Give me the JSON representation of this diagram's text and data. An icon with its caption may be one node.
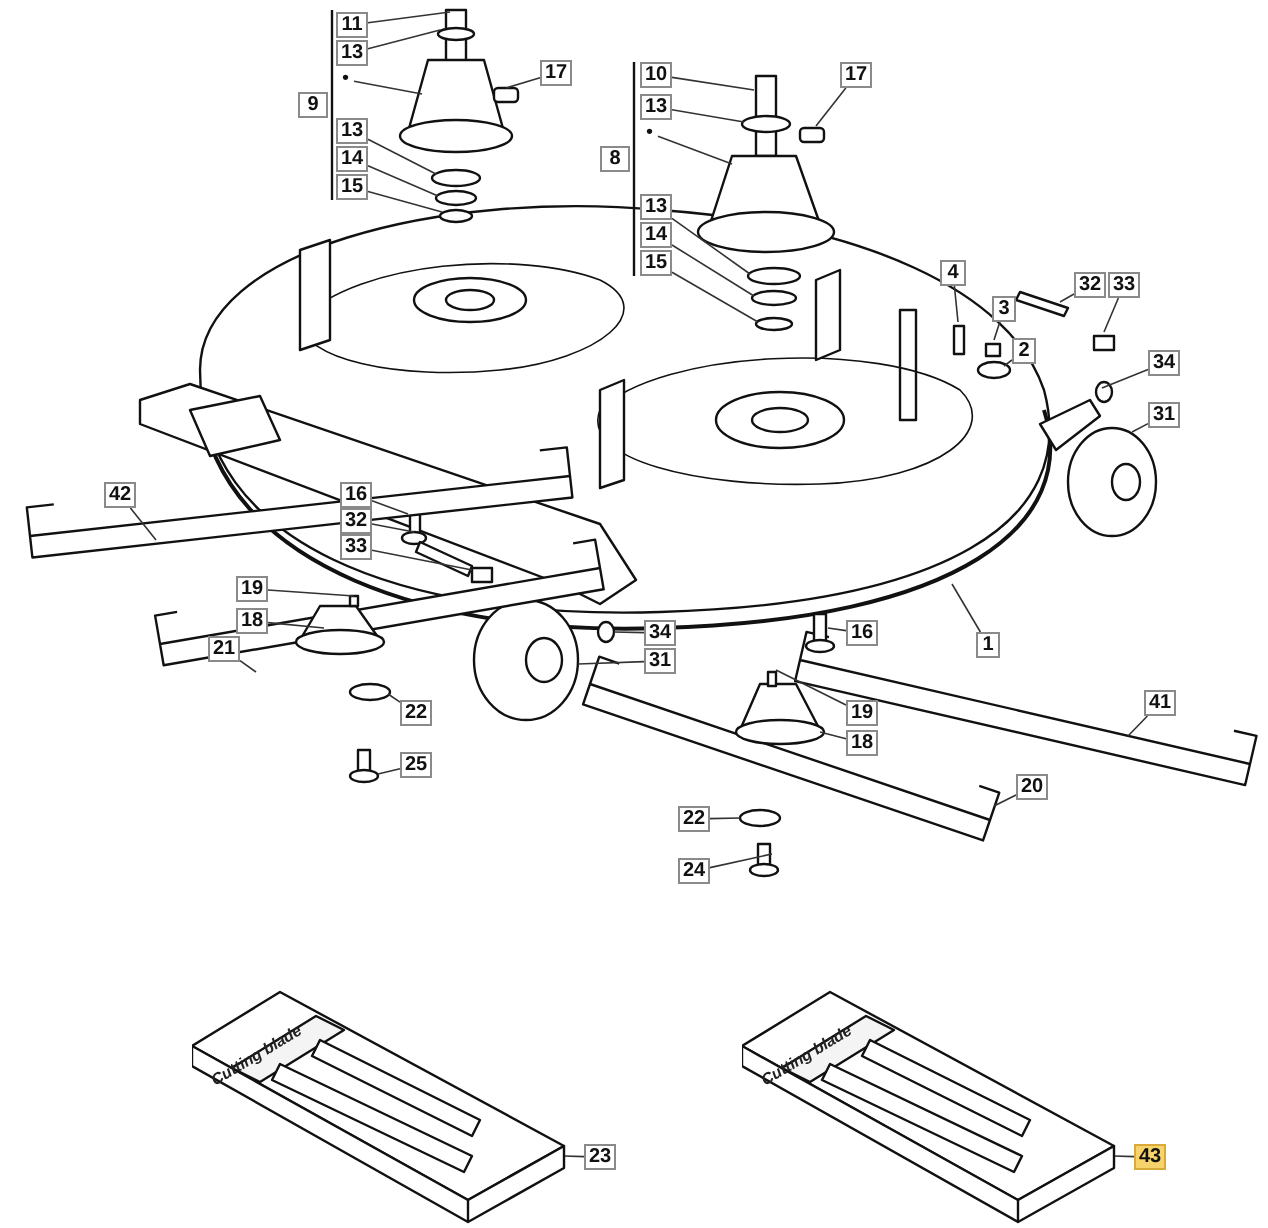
{
  "diagram": {
    "nodes": [
      {
        "text": [
          "11"
        ]
      },
      {
        "text": [
          "13"
        ]
      },
      {
        "text": [
          "•"
        ]
      },
      {
        "text": [
          "17"
        ]
      },
      {
        "text": [
          "13"
        ]
      },
      {
        "text": [
          "14"
        ]
      },
      {
        "text": [
          "15"
        ]
      },
      {
        "text": [
          "10"
        ]
      },
      {
        "text": [
          "13"
        ]
      },
      {
        "text": [
          "•"
        ]
      },
      {
        "text": [
          "17"
        ]
      },
      {
        "text": [
          "13"
        ]
      },
      {
        "text": [
          "14"
        ]
      },
      {
        "text": [
          "15"
        ]
      },
      {
        "text": [
          "4"
        ]
      },
      {
        "text": [
          "3"
        ]
      },
      {
        "text": [
          "2"
        ]
      },
      {
        "text": [
          "32"
        ]
      },
      {
        "text": [
          "33"
        ]
      },
      {
        "text": [
          "34"
        ]
      },
      {
        "text": [
          "31"
        ]
      },
      {
        "text": [
          "42"
        ]
      },
      {
        "text": [
          "16"
        ]
      },
      {
        "text": [
          "32"
        ]
      },
      {
        "text": [
          "33"
        ]
      },
      {
        "text": [
          "19"
        ]
      },
      {
        "text": [
          "18"
        ]
      },
      {
        "text": [
          "21"
        ]
      },
      {
        "text": [
          "22"
        ]
      },
      {
        "text": [
          "25"
        ]
      },
      {
        "text": [
          "34"
        ]
      },
      {
        "text": [
          "31"
        ]
      },
      {
        "text": [
          "16"
        ]
      },
      {
        "text": [
          "1"
        ]
      },
      {
        "text": [
          "19"
        ]
      },
      {
        "text": [
          "18"
        ]
      },
      {
        "text": [
          "41"
        ]
      },
      {
        "text": [
          "20"
        ]
      },
      {
        "text": [
          "22"
        ]
      },
      {
        "text": [
          "24"
        ]
      },
      {
        "text": [
          "23"
        ]
      },
      {
        "text": [
          "43"
        ]
      },
      {
        "text": [
          "9"
        ]
      },
      {
        "text": [
          "8"
        ]
      },
      {
        "text": [
          "Cutting blade"
        ]
      },
      {
        "text": [
          "Cutting blade"
        ]
      }
    ],
    "edges": [
      {
        "from": 0,
        "to": null,
        "arrow": "none"
      },
      {
        "from": 1,
        "to": null,
        "arrow": "none"
      },
      {
        "from": 2,
        "to": null,
        "arrow": "none"
      },
      {
        "from": 3,
        "to": null,
        "arrow": "none"
      },
      {
        "from": 4,
        "to": null,
        "arrow": "none"
      },
      {
        "from": 5,
        "to": null,
        "arrow": "none"
      },
      {
        "from": 6,
        "to": null,
        "arrow": "none"
      },
      {
        "from": 7,
        "to": null,
        "arrow": "none"
      },
      {
        "from": 8,
        "to": null,
        "arrow": "none"
      },
      {
        "from": 9,
        "to": null,
        "arrow": "none"
      },
      {
        "from": 10,
        "to": null,
        "arrow": "none"
      },
      {
        "from": 11,
        "to": null,
        "arrow": "none"
      },
      {
        "from": 12,
        "to": null,
        "arrow": "none"
      },
      {
        "from": 13,
        "to": null,
        "arrow": "none"
      },
      {
        "from": 14,
        "to": null,
        "arrow": "none"
      },
      {
        "from": 15,
        "to": null,
        "arrow": "none"
      },
      {
        "from": 16,
        "to": null,
        "arrow": "none"
      },
      {
        "from": 17,
        "to": null,
        "arrow": "none"
      },
      {
        "from": 18,
        "to": null,
        "arrow": "none"
      },
      {
        "from": 19,
        "to": null,
        "arrow": "none"
      },
      {
        "from": 20,
        "to": null,
        "arrow": "none"
      },
      {
        "from": 21,
        "to": null,
        "arrow": "none"
      },
      {
        "from": 22,
        "to": null,
        "arrow": "none"
      },
      {
        "from": 23,
        "to": null,
        "arrow": "none"
      },
      {
        "from": 24,
        "to": null,
        "arrow": "none"
      },
      {
        "from": 25,
        "to": null,
        "arrow": "none"
      },
      {
        "from": 26,
        "to": null,
        "arrow": "none"
      },
      {
        "from": 27,
        "to": null,
        "arrow": "none"
      },
      {
        "from": 28,
        "to": null,
        "arrow": "none"
      },
      {
        "from": 29,
        "to": null,
        "arrow": "none"
      },
      {
        "from": 30,
        "to": null,
        "arrow": "none"
      },
      {
        "from": 31,
        "to": null,
        "arrow": "none"
      },
      {
        "from": 32,
        "to": null,
        "arrow": "none"
      },
      {
        "from": 33,
        "to": null,
        "arrow": "none"
      },
      {
        "from": 34,
        "to": null,
        "arrow": "none"
      },
      {
        "from": 35,
        "to": null,
        "arrow": "none"
      },
      {
        "from": 36,
        "to": null,
        "arrow": "none"
      },
      {
        "from": 37,
        "to": null,
        "arrow": "none"
      },
      {
        "from": 38,
        "to": null,
        "arrow": "none"
      },
      {
        "from": 39,
        "to": null,
        "arrow": "none"
      },
      {
        "from": 40,
        "to": 44,
        "arrow": "none"
      },
      {
        "from": 41,
        "to": 45,
        "arrow": "none"
      }
    ]
  }
}
